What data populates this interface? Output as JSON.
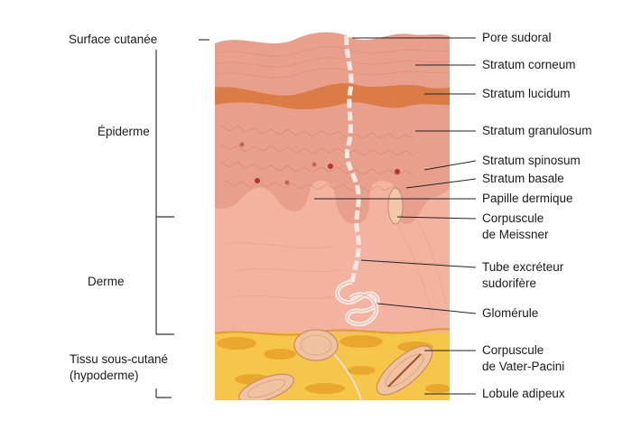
{
  "left_labels": {
    "surface": "Surface cutanée",
    "epiderme": "Épiderme",
    "derme": "Derme",
    "hypoderme_line1": "Tissu sous-cutané",
    "hypoderme_line2": "(hypoderme)"
  },
  "right_labels": {
    "pore": "Pore sudoral",
    "corneum": "Stratum corneum",
    "lucidum": "Stratum lucidum",
    "granulosum": "Stratum granulosum",
    "spinosum": "Stratum spinosum",
    "basale": "Stratum basale",
    "papille": "Papille dermique",
    "meissner_line1": "Corpuscule",
    "meissner_line2": "de Meissner",
    "tube_line1": "Tube excréteur",
    "tube_line2": "sudorifère",
    "glomerule": "Glomérule",
    "pacini_line1": "Corpuscule",
    "pacini_line2": "de Vater-Pacini",
    "lobule": "Lobule adipeux"
  },
  "colors": {
    "corneum": "#f2b49f",
    "lucidum": "#d9783f",
    "epidermis": "#e8a08c",
    "dermis": "#f4b3a0",
    "fat": "#f5c64a",
    "fat_dark": "#e8a22a",
    "duct": "#fbe9e4",
    "pacini": "#f0c2a0"
  }
}
